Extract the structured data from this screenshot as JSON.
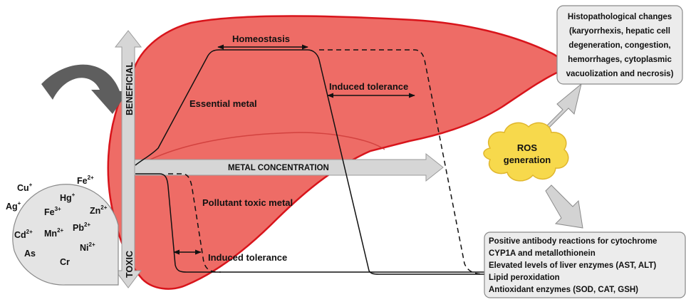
{
  "colors": {
    "liver_fill": "#ee6c66",
    "liver_outline": "#d8141b",
    "arrow_gray": "#cfcfcf",
    "dark_arrow": "#5e5e5e",
    "ros_cloud": "#f7d94c",
    "box_fill": "#ececec"
  },
  "axis": {
    "beneficial": "BENEFICIAL",
    "toxic": "TOXIC",
    "metal_concentration": "METAL CONCENTRATION"
  },
  "curves": {
    "homeostasis": "Homeostasis",
    "induced_tolerance_top": "Induced tolerance",
    "essential_metal": "Essential metal",
    "pollutant_toxic_metal": "Pollutant toxic metal",
    "induced_tolerance_bottom": "Induced tolerance"
  },
  "ions": [
    {
      "base": "Cu",
      "charge": "+"
    },
    {
      "base": "Fe",
      "charge": "2+"
    },
    {
      "base": "Hg",
      "charge": "+"
    },
    {
      "base": "Ag",
      "charge": "+"
    },
    {
      "base": "Zn",
      "charge": "2+"
    },
    {
      "base": "Fe",
      "charge": "3+"
    },
    {
      "base": "Pb",
      "charge": "2+"
    },
    {
      "base": "Cd",
      "charge": "2+"
    },
    {
      "base": "Mn",
      "charge": "2+"
    },
    {
      "base": "Ni",
      "charge": "2+"
    },
    {
      "base": "As",
      "charge": ""
    },
    {
      "base": "Cr",
      "charge": ""
    }
  ],
  "ros": [
    "ROS",
    "generation"
  ],
  "histopathology": [
    "Histopathological changes",
    "(karyorrhexis, hepatic cell",
    "degeneration, congestion,",
    "hemorrhages, cytoplasmic",
    "vacuolization and necrosis)"
  ],
  "biomarkers": [
    "Positive antibody reactions for cytochrome",
    "CYP1A and metallothionein",
    "Elevated levels of liver enzymes (AST, ALT)",
    "Lipid peroxidation",
    "Antioxidant enzymes (SOD, CAT, GSH)"
  ]
}
